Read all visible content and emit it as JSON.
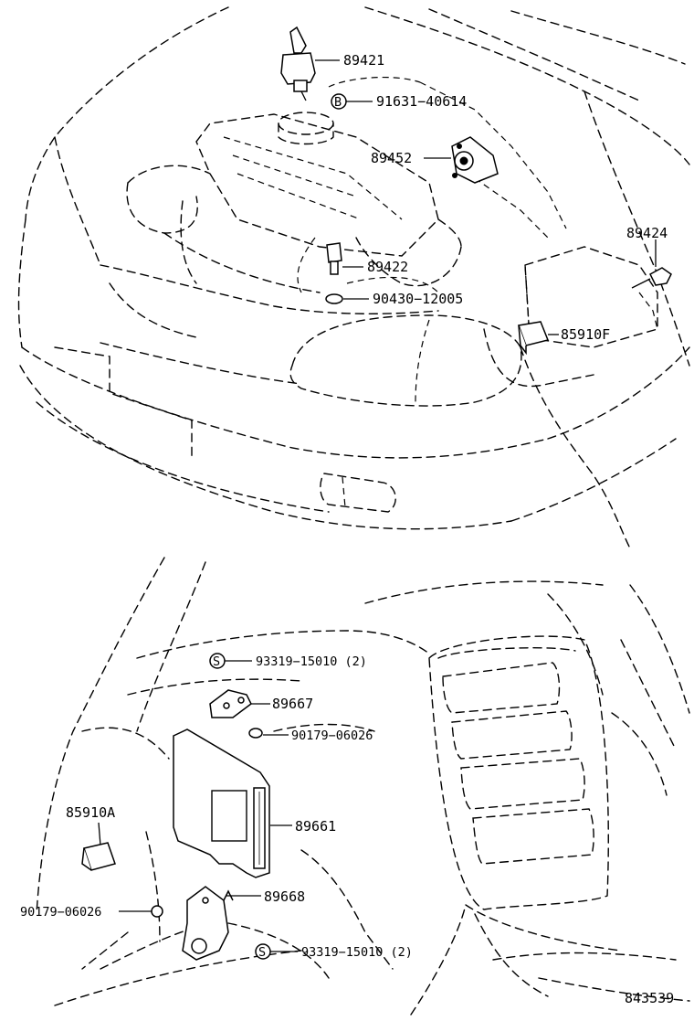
{
  "diagram": {
    "figure_number": "843539",
    "top_section": {
      "labels": {
        "p89421": "89421",
        "p91631": "91631−40614",
        "p89452": "89452",
        "p89424": "89424",
        "p89422": "89422",
        "p90430": "90430−12005",
        "p85910F": "85910F"
      },
      "symbols": {
        "bolt_marker": "B"
      }
    },
    "bottom_section": {
      "labels": {
        "p93319a": "93319−15010 (2)",
        "p89667": "89667",
        "p90179a": "90179−06026",
        "p85910A": "85910A",
        "p89661": "89661",
        "p89668": "89668",
        "p90179b": "90179−06026",
        "p93319b": "93319−15010 (2)"
      },
      "symbols": {
        "screw_marker": "S"
      }
    }
  }
}
